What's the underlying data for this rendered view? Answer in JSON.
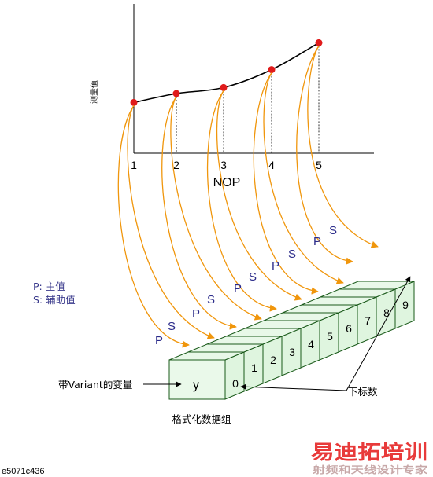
{
  "graph": {
    "y_label": "测量值",
    "x_label": "NOP",
    "x_ticks": [
      "1",
      "2",
      "3",
      "4",
      "5"
    ],
    "points": [
      {
        "x": 1,
        "y": 0.34
      },
      {
        "x": 2,
        "y": 0.4
      },
      {
        "x": 3,
        "y": 0.44
      },
      {
        "x": 4,
        "y": 0.56
      },
      {
        "x": 5,
        "y": 0.74
      }
    ]
  },
  "legend": {
    "p_line": "P: 主值",
    "s_line": "S: 辅助值"
  },
  "array": {
    "cells": [
      "0",
      "1",
      "2",
      "3",
      "4",
      "5",
      "6",
      "7",
      "8",
      "9"
    ],
    "variable_cell": "y",
    "variable_label": "带Variant的变量",
    "index_label": "下标数",
    "title": "格式化数据组",
    "p_marker": "P",
    "s_marker": "S"
  },
  "footer": {
    "code": "e5071c436"
  },
  "watermark": {
    "brand": "易迪拓培训",
    "tagline": "射频和天线设计专家"
  },
  "colors": {
    "curve_dot": "#e01b1b",
    "arrow": "#f0960c",
    "cell_fill": "#dff5df",
    "cell_stroke": "#1a5a1a"
  }
}
